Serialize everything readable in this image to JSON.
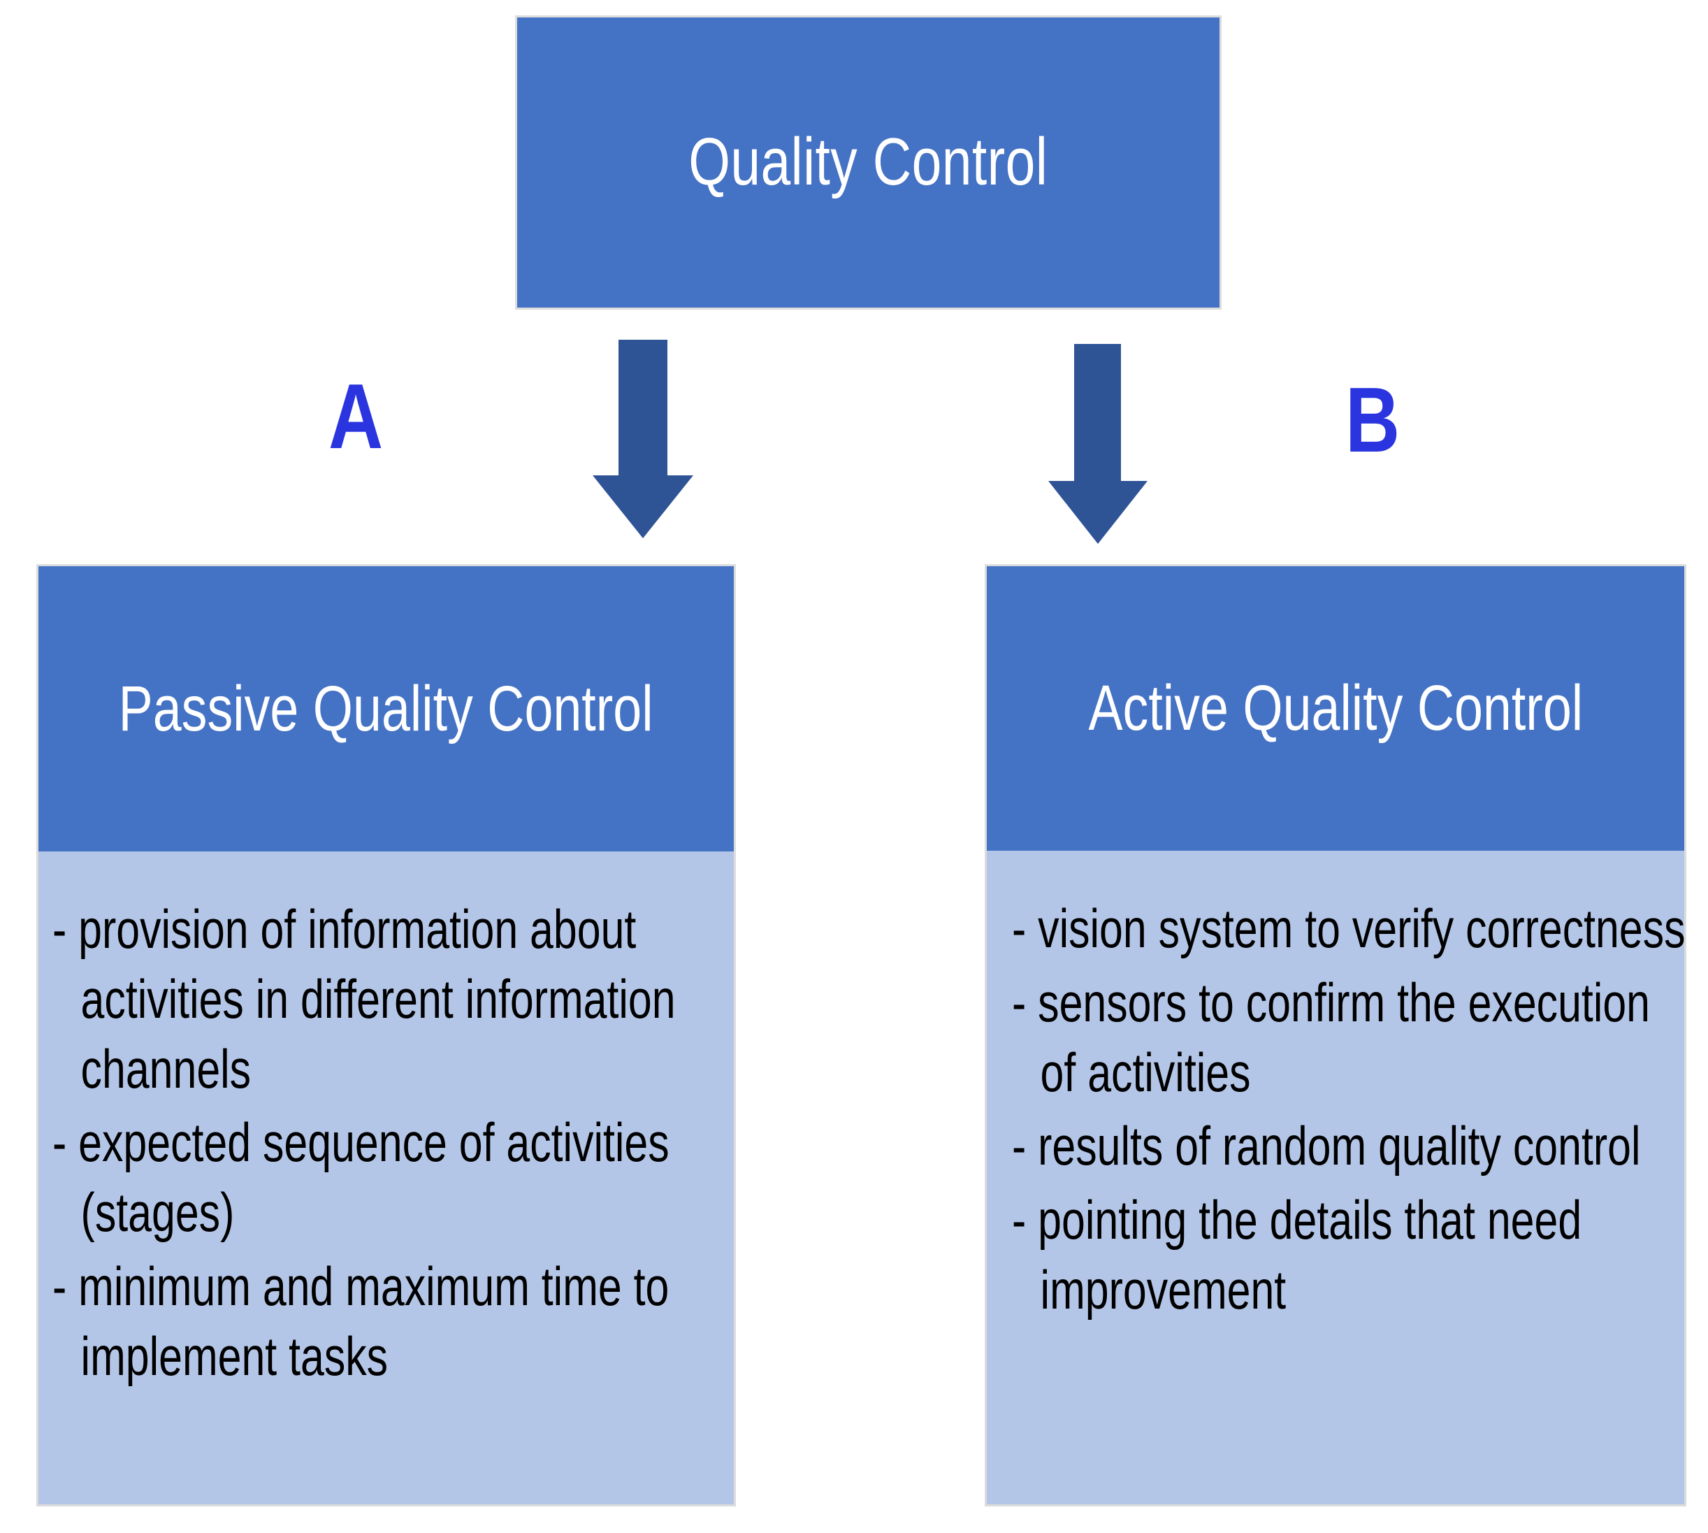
{
  "diagram": {
    "title": "Quality Control",
    "root": {
      "label": "Quality Control"
    },
    "branches": [
      {
        "letter": "A",
        "arrow": "down-arrow-icon",
        "card": {
          "header": "Passive Quality Control",
          "bullets": [
            "- provision of information about activities in different information channels",
            "- expected sequence of activities (stages)",
            "- minimum and maximum time to implement tasks"
          ]
        }
      },
      {
        "letter": "B",
        "arrow": "down-arrow-icon",
        "card": {
          "header": "Active Quality Control",
          "bullets": [
            "- vision system to verify correctness",
            "- sensors to confirm the execution of activities",
            "- results of random quality control",
            "- pointing the details that need improvement"
          ]
        }
      }
    ],
    "colors": {
      "node_fill": "#4472C4",
      "body_fill": "#B4C6E7",
      "arrow_fill": "#2F5496",
      "letter_color": "#2B35DF",
      "node_text": "#FFFFFF",
      "body_text": "#000000",
      "background": "#FFFFFF",
      "border": "#DCDCDC"
    }
  }
}
